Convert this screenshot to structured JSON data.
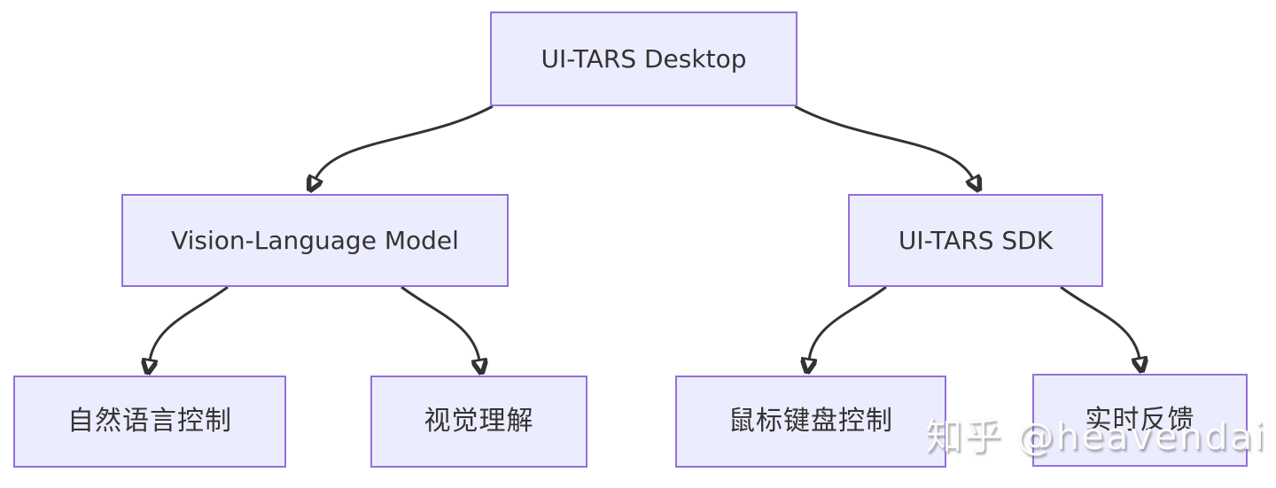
{
  "diagram": {
    "nodes": {
      "desktop": {
        "label": "UI-TARS Desktop"
      },
      "vlm": {
        "label": "Vision-Language Model"
      },
      "sdk": {
        "label": "UI-TARS SDK"
      },
      "natural_language_control": {
        "label": "自然语言控制"
      },
      "visual_understanding": {
        "label": "视觉理解"
      },
      "mouse_keyboard_control": {
        "label": "鼠标键盘控制"
      },
      "realtime_feedback": {
        "label": "实时反馈"
      }
    },
    "edges": [
      {
        "from": "UI-TARS Desktop",
        "to": "Vision-Language Model"
      },
      {
        "from": "UI-TARS Desktop",
        "to": "UI-TARS SDK"
      },
      {
        "from": "Vision-Language Model",
        "to": "自然语言控制"
      },
      {
        "from": "Vision-Language Model",
        "to": "视觉理解"
      },
      {
        "from": "UI-TARS SDK",
        "to": "鼠标键盘控制"
      },
      {
        "from": "UI-TARS SDK",
        "to": "实时反馈"
      }
    ],
    "colors": {
      "node_fill": "#ECECFF",
      "node_border": "#9370DB",
      "edge": "#333333",
      "text": "#333333",
      "background": "#FFFFFF"
    }
  },
  "watermark": {
    "text": "知乎 @heavendai"
  }
}
